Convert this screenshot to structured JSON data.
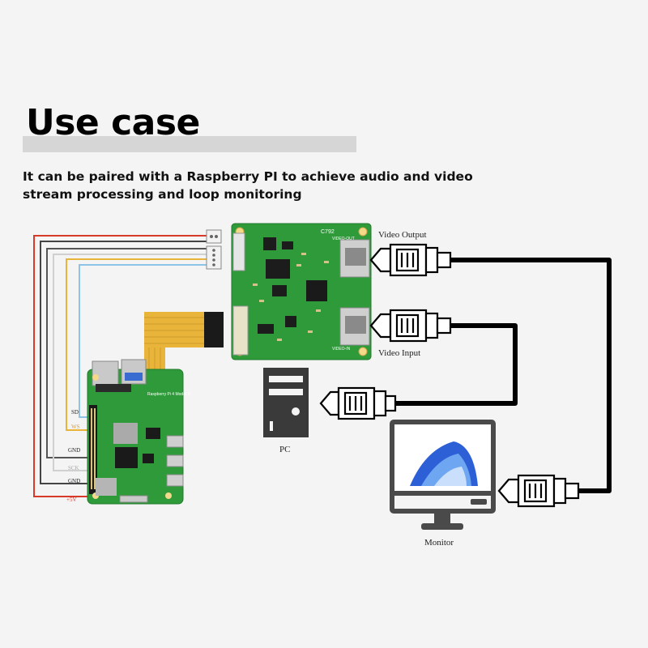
{
  "header": {
    "title": "Use case",
    "subtitle": "It can be paired with a Raspberry PI to achieve audio and video stream processing and loop monitoring"
  },
  "diagram": {
    "labels": {
      "video_output": "Video Output",
      "video_input": "Video Input",
      "pc": "PC",
      "monitor": "Monitor"
    },
    "pins": {
      "sd": "SD",
      "ws": "WS",
      "gnd1": "GND",
      "sck": "SCK",
      "gnd2": "GND",
      "v5": "+5V"
    },
    "board": {
      "model": "C792",
      "out_silk": "VIDEO-OUT",
      "in_silk": "VIDEO-IN"
    },
    "pi_silk": {
      "logo": "Raspberry Pi 4 Model B"
    },
    "colors": {
      "pcb_green": "#2f9a3a",
      "cable": "#000000",
      "ribbon": "#e8b53a",
      "wire_red": "#d83a2a",
      "wire_yellow": "#e8b53a",
      "wire_blue": "#8ec3e8"
    }
  }
}
